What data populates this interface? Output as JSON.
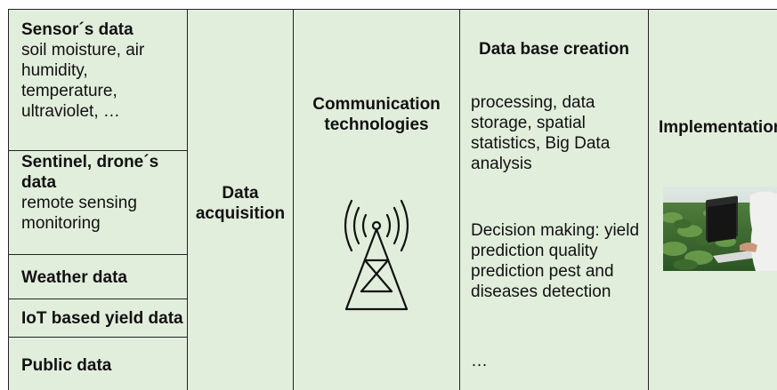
{
  "sources": [
    {
      "title": "Sensor´s data",
      "detail": "soil moisture, air humidity, temperature, ultraviolet, …"
    },
    {
      "title": "Sentinel, drone´s data",
      "detail": "remote sensing monitoring"
    },
    {
      "title": "Weather data",
      "detail": ""
    },
    {
      "title": "IoT based yield data",
      "detail": ""
    },
    {
      "title": "Public data",
      "detail": ""
    }
  ],
  "acquisition": {
    "label": "Data acquisition"
  },
  "communication": {
    "label": "Communication technologies",
    "icon": "antenna-tower-icon"
  },
  "database": {
    "title": "Data base creation",
    "processing": "processing, data storage, spatial statistics,  Big Data analysis",
    "decision": "Decision making: yield prediction quality prediction pest and diseases detection",
    "ellipsis": "…"
  },
  "implementation": {
    "label": "Implementation",
    "image": "farmer-laptop-field-photo"
  }
}
